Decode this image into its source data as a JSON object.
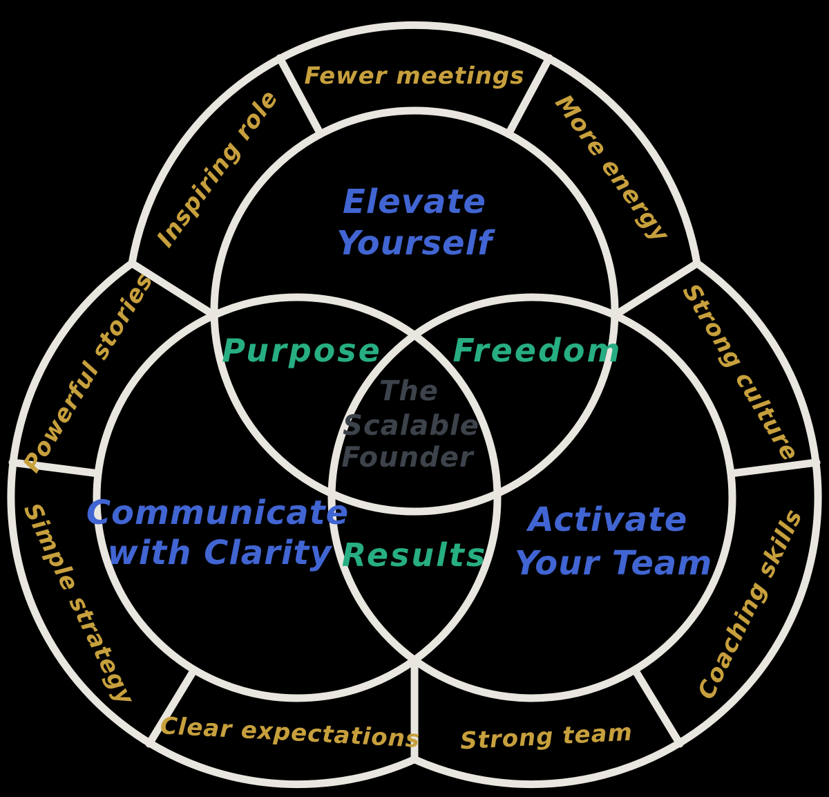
{
  "colors": {
    "background": "#000000",
    "outline": "#e9e6df",
    "circle_label": "#4165d2",
    "overlap_label": "#27ae82",
    "center_label": "#3d434b",
    "ring_label": "#c7a03d"
  },
  "venn": {
    "center": {
      "lines": [
        "The",
        "Scalable",
        "Founder"
      ]
    },
    "circles": {
      "top": {
        "lines": [
          "Elevate",
          "Yourself"
        ]
      },
      "left": {
        "lines": [
          "Communicate",
          "with Clarity"
        ]
      },
      "right": {
        "lines": [
          "Activate",
          "Your Team"
        ]
      }
    },
    "overlaps": {
      "top_left": "Purpose",
      "top_right": "Freedom",
      "bottom": "Results"
    }
  },
  "ring": {
    "top_lobe": [
      "Inspiring role",
      "Fewer meetings",
      "More energy"
    ],
    "right_lobe": [
      "Strong culture",
      "Coaching skills",
      "Strong team"
    ],
    "left_lobe": [
      "Powerful stories",
      "Simple strategy",
      "Clear expectations"
    ]
  }
}
